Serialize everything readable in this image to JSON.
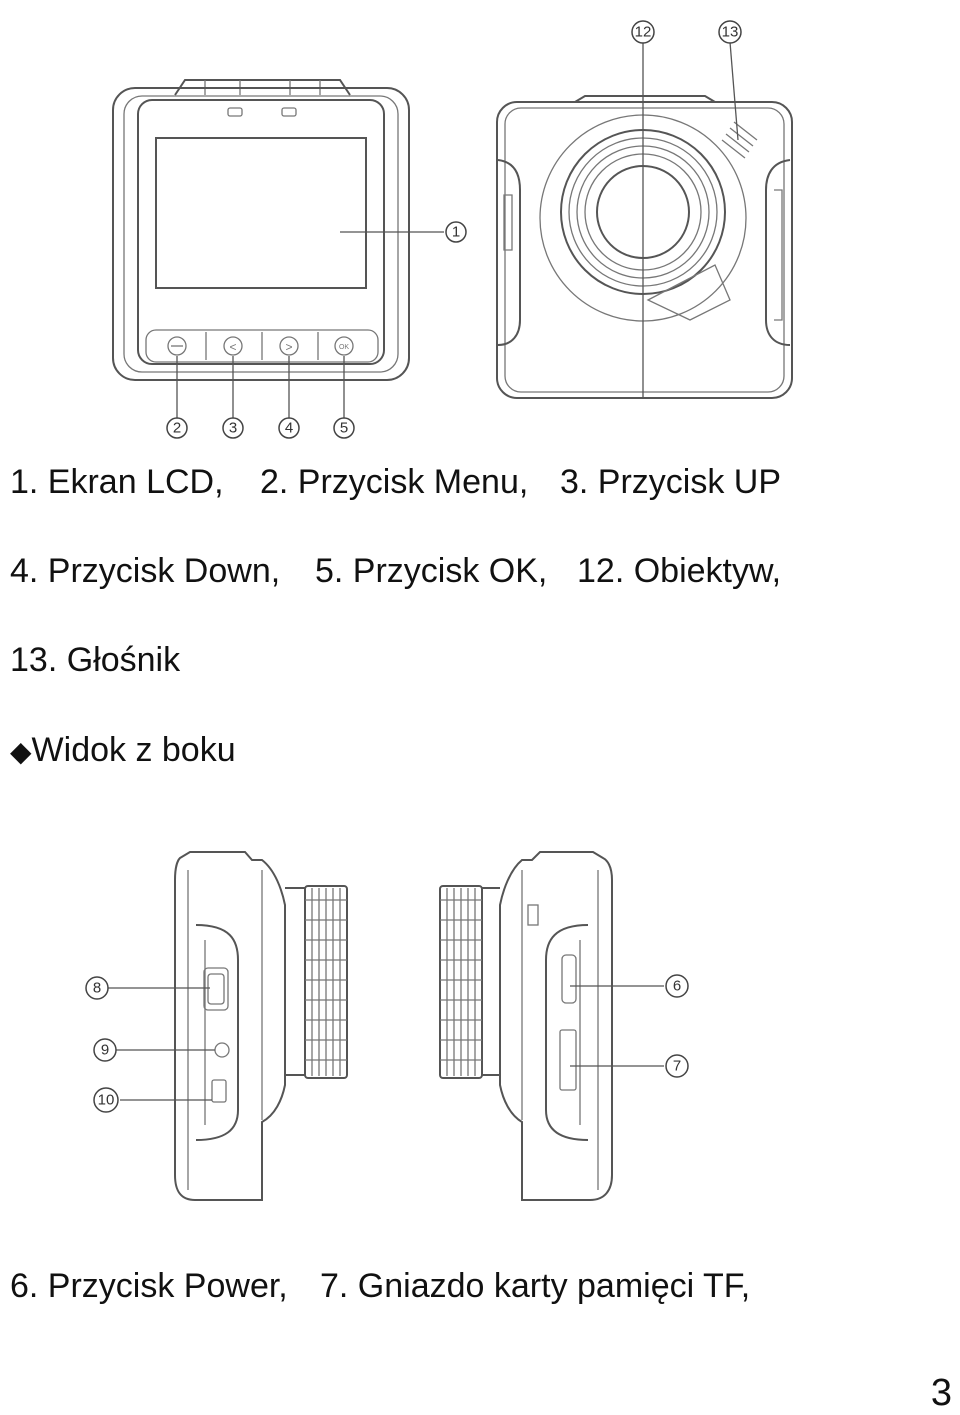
{
  "legend_top": {
    "line1": [
      "1.  Ekran LCD,",
      "2. Przycisk Menu,",
      "3. Przycisk UP"
    ],
    "line2": [
      "4. Przycisk Down,",
      "5. Przycisk OK,",
      "12. Obiektyw,"
    ],
    "line3": [
      "13. Głośnik"
    ]
  },
  "section": {
    "bullet_icon": "diamond-bullet-icon",
    "title": "Widok z boku"
  },
  "legend_bottom": {
    "line1": [
      "6. Przycisk Power,",
      "7. Gniazdo karty pamięci TF,"
    ]
  },
  "callouts": {
    "lcd": "1",
    "menu": "2",
    "up": "3",
    "down": "4",
    "ok": "5",
    "power": "6",
    "tf_slot": "7",
    "c8": "8",
    "c9": "9",
    "c10": "10",
    "lens": "12",
    "speaker": "13"
  },
  "buttons": {
    "up_glyph": "<",
    "down_glyph": ">",
    "ok_glyph": "OK"
  },
  "page_number": "3"
}
